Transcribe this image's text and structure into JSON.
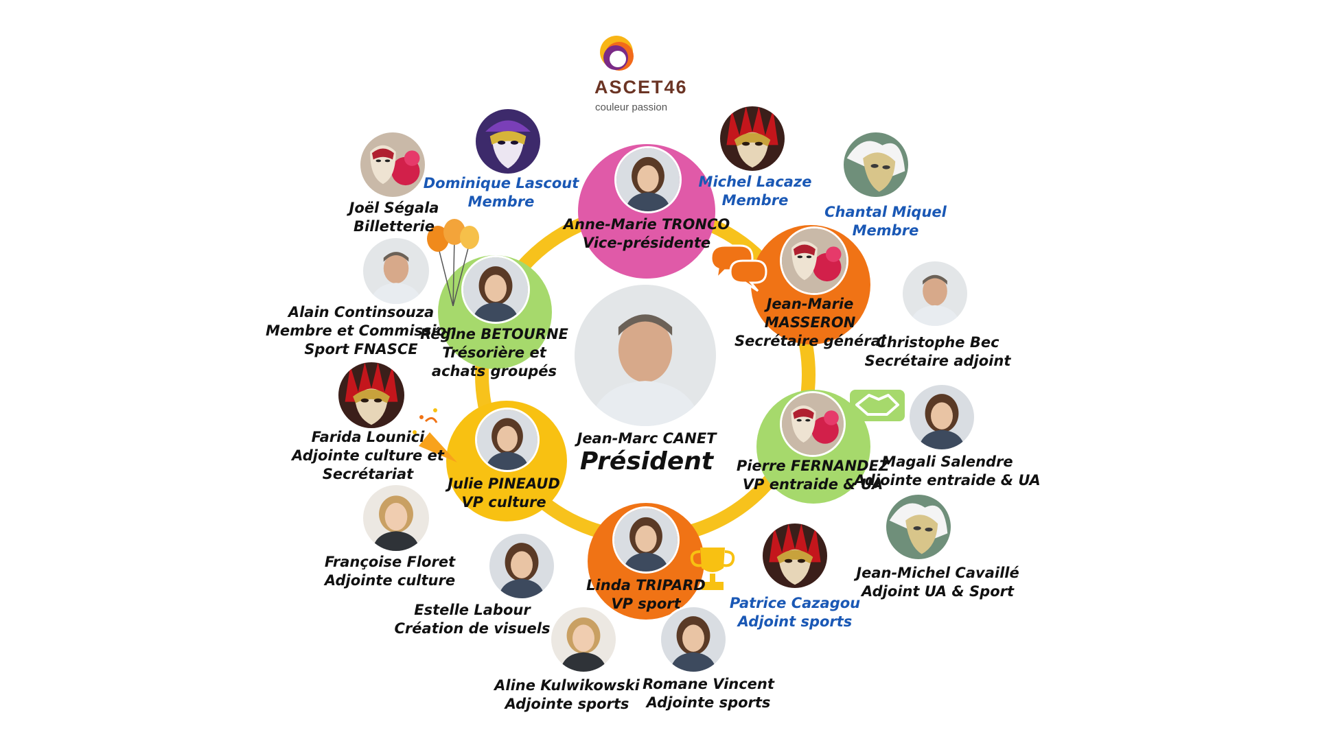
{
  "logo": {
    "name": "ASCET46",
    "tagline": "couleur passion"
  },
  "colors": {
    "ring": "#f7c21c",
    "pink": "#e05aa8",
    "orange": "#f07315",
    "green": "#a6d96c",
    "yellow": "#f8c112",
    "blue_text": "#1a58b5"
  },
  "president": {
    "name": "Jean-Marc CANET",
    "role": "Président"
  },
  "core": [
    {
      "name": "Anne-Marie TRONCO",
      "role": "Vice-présidente"
    },
    {
      "name": "Jean-Marie",
      "name2": "MASSERON",
      "role": "Secrétaire général"
    },
    {
      "name": "Pierre FERNANDEZ",
      "role": "VP entraide & UA"
    },
    {
      "name": "Linda TRIPARD",
      "role": "VP sport"
    },
    {
      "name": "Julie PINEAUD",
      "role": "VP culture"
    },
    {
      "name": "Régine BETOURNE",
      "role": "Trésorière et",
      "role2": "achats groupés"
    }
  ],
  "members": [
    {
      "name": "Dominique Lascout",
      "role": "Membre"
    },
    {
      "name": "Michel Lacaze",
      "role": "Membre"
    },
    {
      "name": "Chantal Miquel",
      "role": "Membre"
    },
    {
      "name": "Joël Ségala",
      "role": "Billetterie"
    },
    {
      "name": "Alain Continsouza",
      "role": "Membre et Commission",
      "role2": "Sport FNASCE"
    },
    {
      "name": "Christophe Bec",
      "role": "Secrétaire adjoint"
    },
    {
      "name": "Farida Lounici",
      "role": "Adjointe culture et",
      "role2": "Secrétariat"
    },
    {
      "name": "Magali Salendre",
      "role": "Adjointe entraide & UA"
    },
    {
      "name": "Françoise Floret",
      "role": "Adjointe culture"
    },
    {
      "name": "Jean-Michel Cavaillé",
      "role": "Adjoint UA & Sport"
    },
    {
      "name": "Estelle Labour",
      "role": "Création de visuels"
    },
    {
      "name": "Patrice Cazagou",
      "role": "Adjoint sports"
    },
    {
      "name": "Aline Kulwikowski",
      "role": "Adjointe sports"
    },
    {
      "name": "Romane Vincent",
      "role": "Adjointe sports"
    }
  ]
}
